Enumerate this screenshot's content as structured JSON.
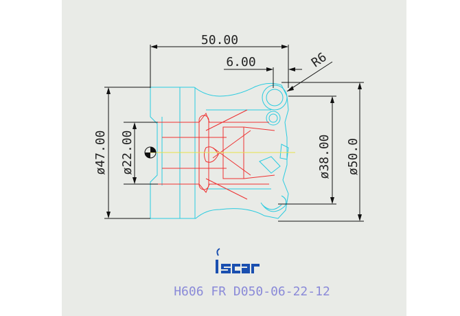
{
  "colors": {
    "background": "#e9ebe7",
    "outline": "#28cbe0",
    "hidden": "#ee3030",
    "dimension": "#111111",
    "centerline": "#e8e04a",
    "caption": "#8a8ad8",
    "logo": "#1a4fb0"
  },
  "dimensions": {
    "overall_length": "50.00",
    "insert_offset": "6.00",
    "corner_radius": "R6",
    "body_diameter": "ø47.00",
    "bore_diameter": "ø22.00",
    "hub_diameter": "ø38.00",
    "cutting_diameter": "ø50.0"
  },
  "brand": {
    "logo_text": "iscar",
    "logo_icon": "iscar-logo"
  },
  "caption": "H606 FR D050-06-22-12"
}
